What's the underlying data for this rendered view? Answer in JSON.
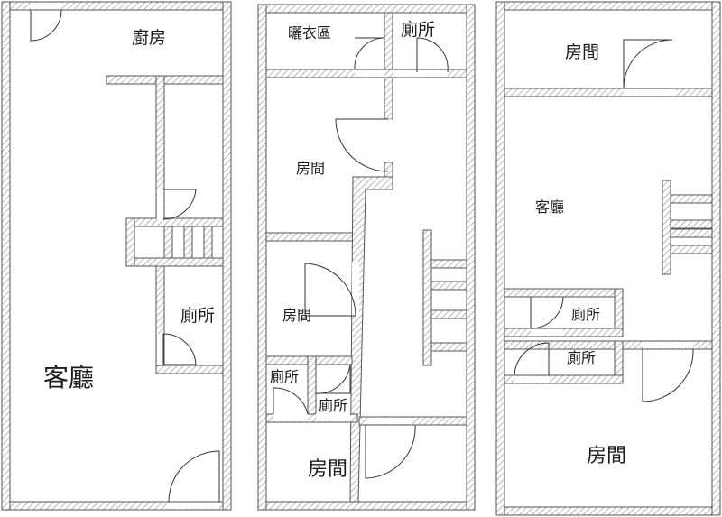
{
  "floor_1": {
    "kitchen": "廚房",
    "toilet": "廁所",
    "living_room": "客廳"
  },
  "floor_2": {
    "drying_area": "曬衣區",
    "toilet_top": "廁所",
    "room_upper": "房間",
    "room_middle": "房間",
    "toilet_small_left": "廁所",
    "toilet_small_right": "廁所",
    "room_bottom": "房間"
  },
  "floor_3": {
    "room_top": "房間",
    "living_room": "客廳",
    "toilet_upper": "廁所",
    "toilet_lower": "廁所",
    "room_bottom": "房間"
  },
  "colors": {
    "wall_stroke": "#555555",
    "wall_hatch": "#9a9a9a",
    "door_line": "#333333",
    "text": "#1c1c1c"
  }
}
